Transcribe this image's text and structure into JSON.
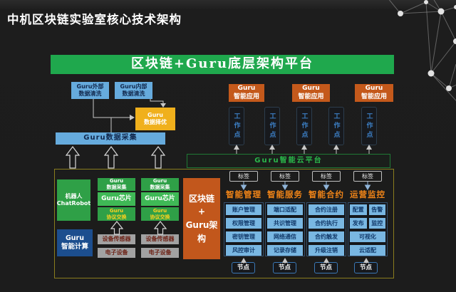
{
  "title": "中机区块链实验室核心技术架构",
  "banner": {
    "label": "区块链+Guru底层架构平台"
  },
  "data_flow": {
    "external_clean": "Guru外部\n数据清洗",
    "internal_clean": "Guru内部\n数据清洗",
    "optimize": "Guru\n数据择优",
    "collect": "Guru数据采集"
  },
  "apps": {
    "label": "Guru\n智能应用"
  },
  "worknodes": {
    "label": "工作点"
  },
  "cloud_bar": {
    "label": "Guru智能云平台"
  },
  "platform": {
    "robot": "机器人\nChatRobot",
    "compute": "Guru\n智能计算",
    "chip_cells": [
      "Guru\n数据采集",
      "Guru芯片",
      "Guru\n协议交换"
    ],
    "devices": [
      "设备传感器",
      "电子设备"
    ],
    "core": "区块链\n+\nGuru架\n构",
    "tag_label": "标签",
    "node_label": "节点",
    "modules": [
      {
        "header": "智能管理",
        "cells": [
          "账户管理",
          "权限管理",
          "密钥管理",
          "风控审计"
        ]
      },
      {
        "header": "智能服务",
        "cells": [
          "端口适配",
          "共识管理",
          "网络通信",
          "记录存储"
        ]
      },
      {
        "header": "智能合约",
        "cells": [
          "合约注册",
          "合约执行",
          "合约触发",
          "升级注销"
        ]
      },
      {
        "header": "运营监控",
        "cells": [
          "配置",
          "告警",
          "发布",
          "监控",
          "可视化",
          "云适配"
        ]
      }
    ]
  },
  "colors": {
    "banner_green": "#1fa84d",
    "box_blue": "#66abdd",
    "box_yellow": "#f0b01c",
    "box_orange": "#c4591b",
    "cell_green": "#2fa047",
    "chip_green": "#3fb956",
    "navy_blue": "#1c4e8e",
    "device_gray": "#a2a2a2",
    "module_blue": "#79b7e2",
    "header_orange": "#f08418",
    "cloud_green": "#2ab84b",
    "container_border": "#8a7d1e"
  }
}
